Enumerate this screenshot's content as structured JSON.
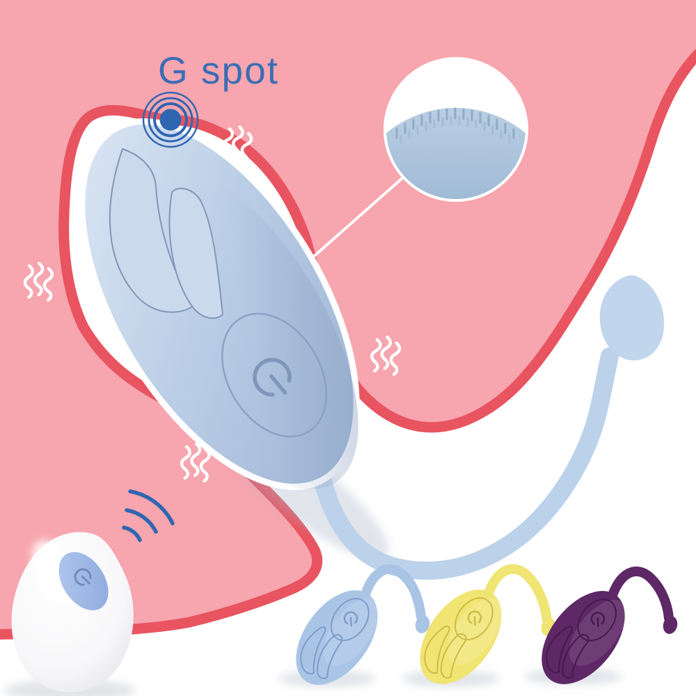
{
  "labels": {
    "g_spot": "G spot"
  },
  "colors": {
    "background_pink": "#f7a5ae",
    "border_red": "#e85460",
    "accent_blue": "#2f66b2",
    "text_blue": "#3a6db6",
    "egg_blue_light": "#d9e4f2",
    "egg_blue": "#a9bedb",
    "egg_detail": "#8aa2c4",
    "egg_icon_detail": "#7e97bb",
    "leaf_fill": "#cbd9ec",
    "leaf_stroke": "#8296ba",
    "tail_blue": "#bcd1ea",
    "bulb_blue": "#c1d5ec",
    "dome_blue": "#aac3dc",
    "bristle_blue": "#8fabc8",
    "bristle_blue_light": "#a4bcd6",
    "remote_button": "#9db8e8",
    "remote_button_detail": "#7288b4",
    "shadow_gray": "#aab6c8",
    "white": "#ffffff"
  },
  "main_product": {
    "power_icon": "power-icon"
  },
  "remote": {
    "power_icon": "power-icon",
    "signal_icon": "signal-waves-icon"
  },
  "callouts": {
    "g_spot_target_icon": "target-rings-icon",
    "texture_zoom_icon": "magnifier-detail-circle",
    "vibration_icon": "vibration-waves-icon"
  },
  "variants": [
    {
      "name": "light-blue",
      "body": "#aac4e6",
      "detail": "#7f9cc9"
    },
    {
      "name": "yellow",
      "body": "#f0e472",
      "detail": "#cdbc45"
    },
    {
      "name": "purple",
      "body": "#5e2766",
      "detail": "#431b4c"
    }
  ]
}
